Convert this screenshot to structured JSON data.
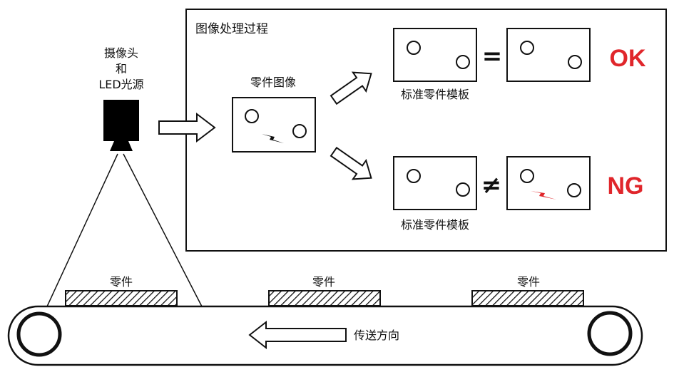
{
  "camera": {
    "line1": "摄像头",
    "line2": "和",
    "line3": "LED光源"
  },
  "process": {
    "title": "图像处理过程",
    "part_image_label": "零件图像",
    "template_label_top": "标准零件模板",
    "template_label_bottom": "标准零件模板",
    "equal_symbol": "=",
    "notequal_symbol": "≠",
    "ok_label": "OK",
    "ng_label": "NG"
  },
  "conveyor": {
    "part_labels": [
      "零件",
      "零件",
      "零件"
    ],
    "direction_label": "传送方向"
  },
  "colors": {
    "result": "#e0262b",
    "defect_ng": "#e0262b",
    "defect_part": "#111111"
  }
}
